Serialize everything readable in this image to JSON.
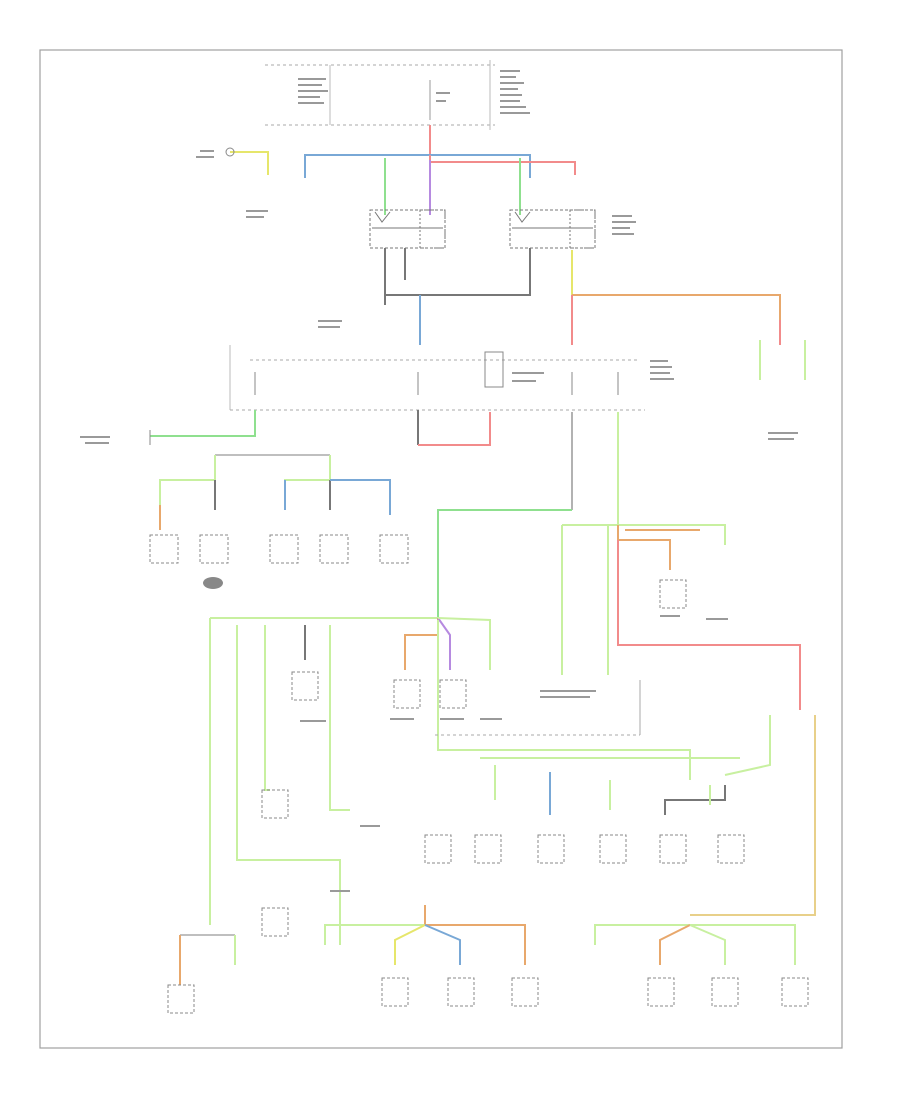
{
  "footer": {
    "label": ""
  },
  "colors": {
    "frame": "#9a9a9a",
    "wire_black": "#777777",
    "wire_green": "#8fe08f",
    "wire_light_green": "#c8f0a0",
    "wire_blue": "#79a8d6",
    "wire_red": "#f28b8b",
    "wire_orange": "#e8a86c",
    "wire_yellow": "#e6e66b",
    "wire_violet": "#b68ae0",
    "dashed": "#aaaaaa"
  },
  "diagram": {
    "relays": [
      "relay-1",
      "relay-2",
      "relay-3",
      "relay-4"
    ],
    "splices": [
      "splice-a",
      "splice-b",
      "splice-c",
      "splice-d",
      "splice-e",
      "splice-f"
    ],
    "ground_groups": [
      "ground-left",
      "ground-right"
    ]
  }
}
